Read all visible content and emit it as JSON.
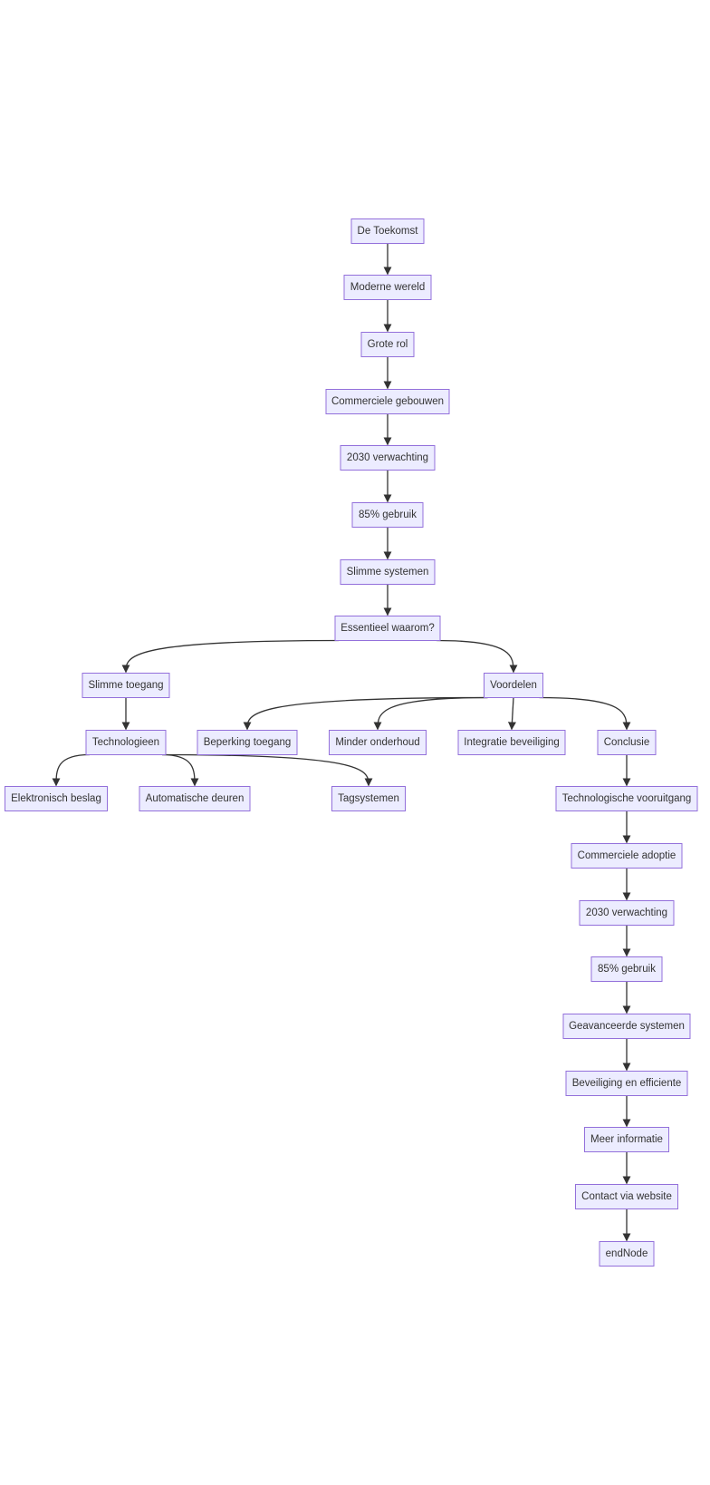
{
  "diagram": {
    "type": "flowchart",
    "direction": "top-down",
    "colors": {
      "node_fill": "#ececff",
      "node_stroke": "#9370db",
      "edge": "#333333",
      "text": "#333333"
    },
    "nodes": [
      {
        "id": "n1",
        "label": "De Toekomst"
      },
      {
        "id": "n2",
        "label": "Moderne wereld"
      },
      {
        "id": "n3",
        "label": "Grote rol"
      },
      {
        "id": "n4",
        "label": "Commerciele gebouwen"
      },
      {
        "id": "n5",
        "label": "2030 verwachting"
      },
      {
        "id": "n6",
        "label": "85% gebruik"
      },
      {
        "id": "n7",
        "label": "Slimme systemen"
      },
      {
        "id": "n8",
        "label": "Essentieel waarom?"
      },
      {
        "id": "n9",
        "label": "Slimme toegang"
      },
      {
        "id": "n10",
        "label": "Voordelen"
      },
      {
        "id": "n11",
        "label": "Technologieen"
      },
      {
        "id": "n12",
        "label": "Beperking toegang"
      },
      {
        "id": "n13",
        "label": "Minder onderhoud"
      },
      {
        "id": "n14",
        "label": "Integratie beveiliging"
      },
      {
        "id": "n15",
        "label": "Conclusie"
      },
      {
        "id": "n16",
        "label": "Elektronisch beslag"
      },
      {
        "id": "n17",
        "label": "Automatische deuren"
      },
      {
        "id": "n18",
        "label": "Tagsystemen"
      },
      {
        "id": "n19",
        "label": "Technologische vooruitgang"
      },
      {
        "id": "n20",
        "label": "Commerciele adoptie"
      },
      {
        "id": "n21",
        "label": "2030 verwachting"
      },
      {
        "id": "n22",
        "label": "85% gebruik"
      },
      {
        "id": "n23",
        "label": "Geavanceerde systemen"
      },
      {
        "id": "n24",
        "label": "Beveiliging en efficiente"
      },
      {
        "id": "n25",
        "label": "Meer informatie"
      },
      {
        "id": "n26",
        "label": "Contact via website"
      },
      {
        "id": "n27",
        "label": "endNode"
      }
    ],
    "edges": [
      {
        "from": "n1",
        "to": "n2"
      },
      {
        "from": "n2",
        "to": "n3"
      },
      {
        "from": "n3",
        "to": "n4"
      },
      {
        "from": "n4",
        "to": "n5"
      },
      {
        "from": "n5",
        "to": "n6"
      },
      {
        "from": "n6",
        "to": "n7"
      },
      {
        "from": "n7",
        "to": "n8"
      },
      {
        "from": "n8",
        "to": "n9"
      },
      {
        "from": "n8",
        "to": "n10"
      },
      {
        "from": "n9",
        "to": "n11"
      },
      {
        "from": "n10",
        "to": "n12"
      },
      {
        "from": "n10",
        "to": "n13"
      },
      {
        "from": "n10",
        "to": "n14"
      },
      {
        "from": "n10",
        "to": "n15"
      },
      {
        "from": "n11",
        "to": "n16"
      },
      {
        "from": "n11",
        "to": "n17"
      },
      {
        "from": "n11",
        "to": "n18"
      },
      {
        "from": "n15",
        "to": "n19"
      },
      {
        "from": "n19",
        "to": "n20"
      },
      {
        "from": "n20",
        "to": "n21"
      },
      {
        "from": "n21",
        "to": "n22"
      },
      {
        "from": "n22",
        "to": "n23"
      },
      {
        "from": "n23",
        "to": "n24"
      },
      {
        "from": "n24",
        "to": "n25"
      },
      {
        "from": "n25",
        "to": "n26"
      },
      {
        "from": "n26",
        "to": "n27"
      }
    ]
  }
}
